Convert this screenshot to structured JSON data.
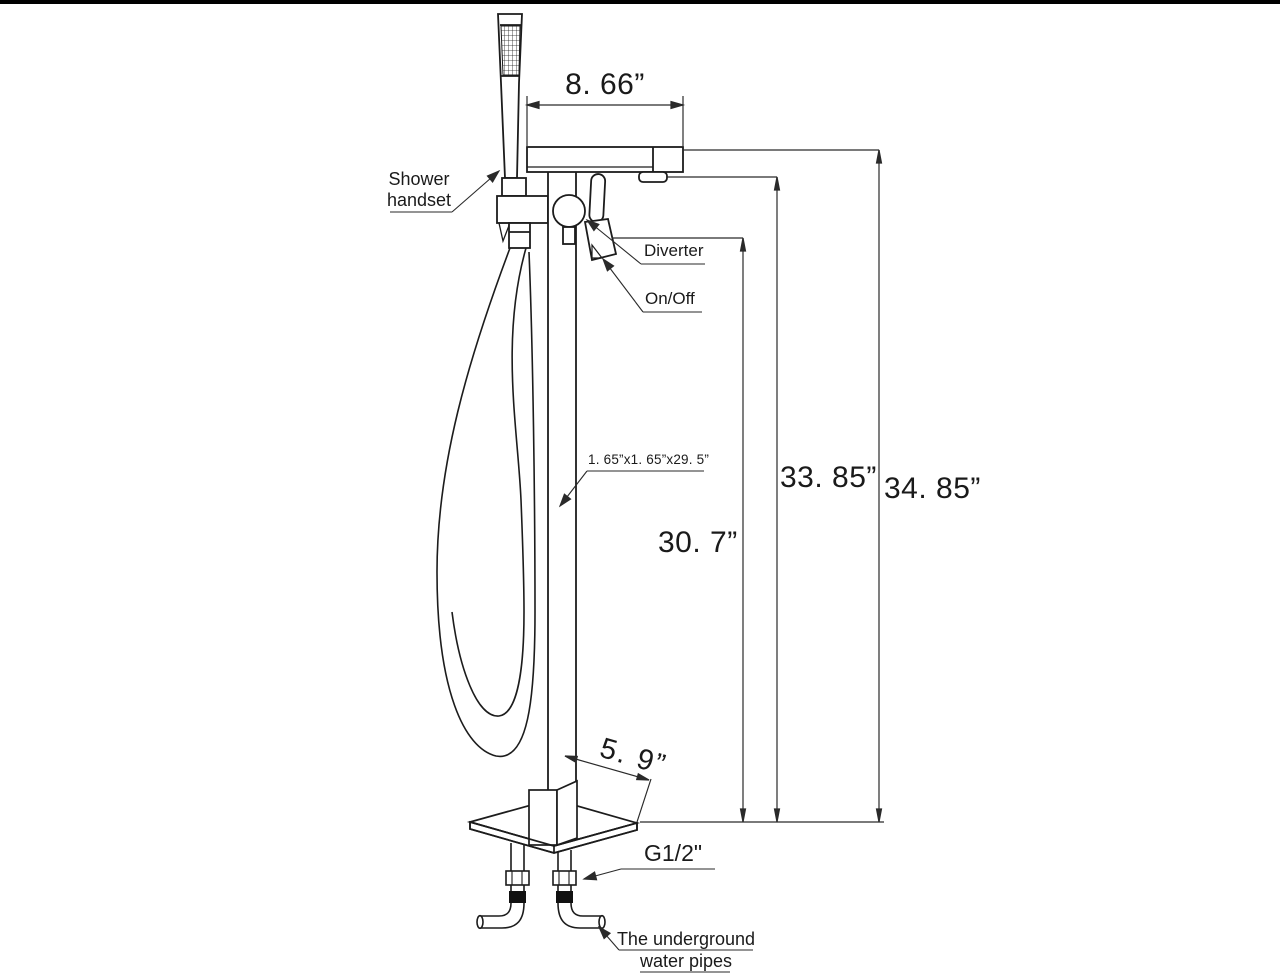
{
  "drawing": {
    "subject": "Freestanding bathtub faucet technical drawing",
    "colors": {
      "background": "#ffffff",
      "line": "#1c1c1c",
      "text": "#1a1a1a",
      "top_bar": "#000000"
    }
  },
  "labels": {
    "shower_handset": {
      "line1": "Shower",
      "line2": "handset"
    },
    "diverter": "Diverter",
    "on_off": "On/Off",
    "g_thread": "G1/2\"",
    "underground": {
      "line1": "The underground",
      "line2": "water pipes"
    }
  },
  "dimensions": {
    "spout_reach": "8. 66”",
    "overall_height": "34. 85”",
    "spout_height": "33. 85”",
    "handle_height": "30. 7”",
    "base_plate": "5. 9”",
    "column_tube": "1. 65”x1. 65”x29. 5”"
  }
}
